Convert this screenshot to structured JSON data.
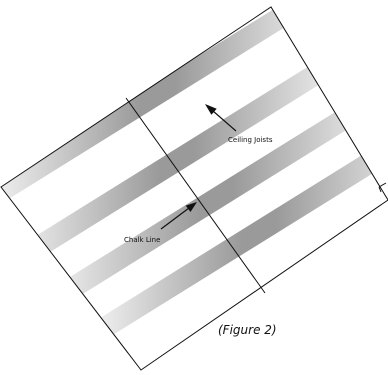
{
  "labels": {
    "ceiling_joists": "Ceiling Joists",
    "chalk_line": "Chalk Line"
  },
  "caption": "(Figure 2)",
  "colors": {
    "outline": "#111111",
    "joist_dark": "#9a9a9a",
    "joist_light": "#f4f4f4",
    "background": "#ffffff"
  }
}
